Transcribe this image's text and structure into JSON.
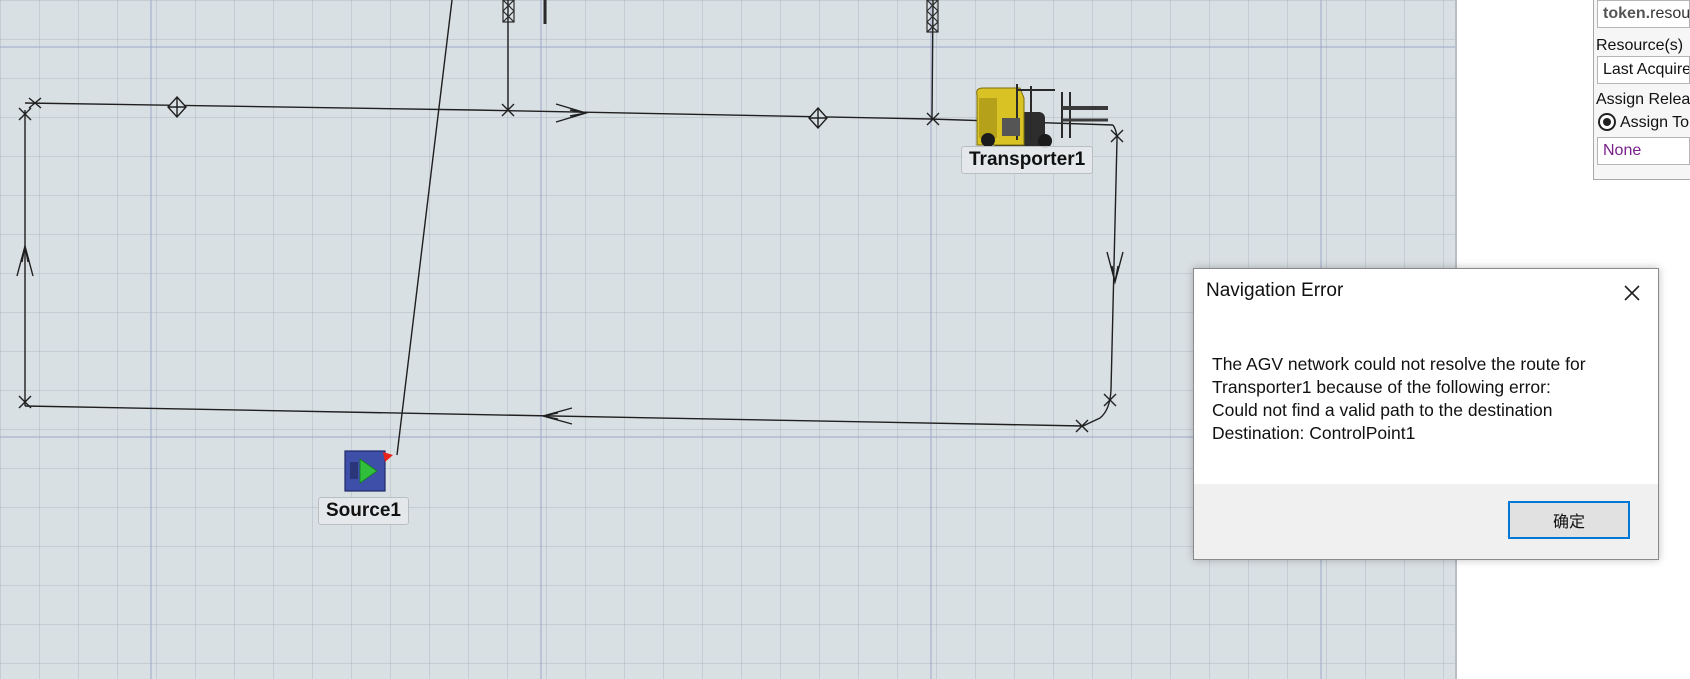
{
  "model": {
    "objects": [
      {
        "label": "Transporter1",
        "type": "forklift-transporter"
      },
      {
        "label": "Source1",
        "type": "source"
      }
    ],
    "colors": {
      "canvas_background": "#d9e0e4",
      "path_line": "#1f1f1f",
      "source_body": "#3d4fa8",
      "source_arrow": "#2fbf3a",
      "transporter_body": "#d9c324"
    }
  },
  "properties": {
    "token_bold": "token.",
    "token_rest": "resou",
    "resources_label": "Resource(s)",
    "resources_value": "Last Acquire",
    "assign_label": "Assign Relea",
    "assign_radio_label": "Assign To",
    "none_value": "None",
    "none_color": "#7a1f8c"
  },
  "dialog": {
    "title": "Navigation Error",
    "message_lines": [
      "The AGV network could not resolve the route for",
      "Transporter1 because of the following error:",
      "Could not find a valid path to the destination",
      "Destination: ControlPoint1"
    ],
    "ok_label": "确定",
    "close_icon": "close-icon"
  }
}
